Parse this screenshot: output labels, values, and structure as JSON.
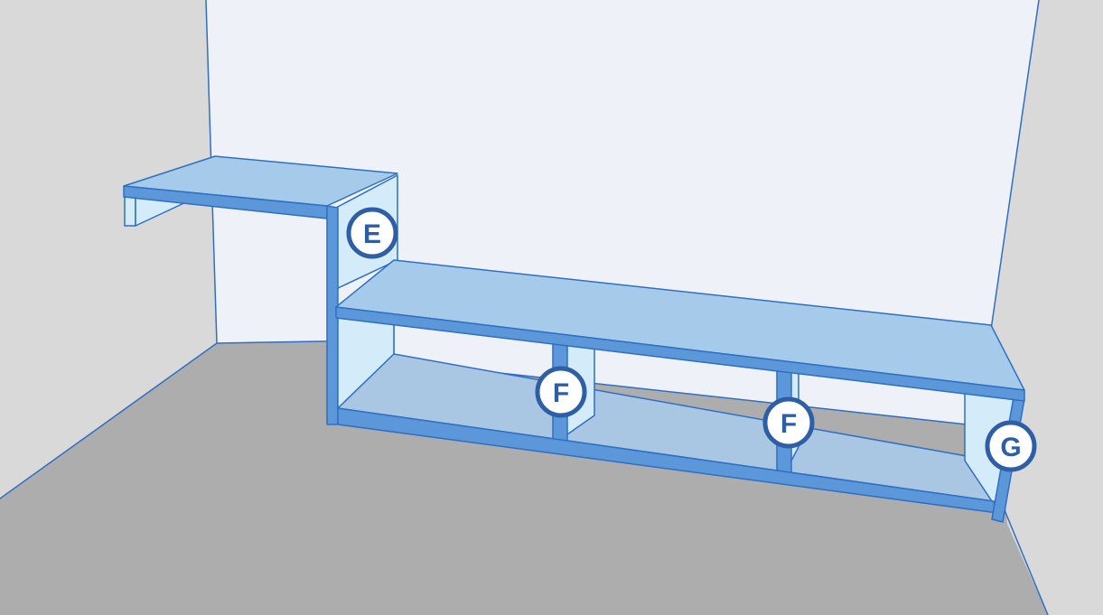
{
  "colors": {
    "wall_back": "#eef2f8",
    "wall_side": "#d9d9d9",
    "floor": "#adadad",
    "panel_top": "#a6cbea",
    "panel_light": "#d4ebf9",
    "panel_edge": "#5b97d9",
    "stroke": "#2f6fc3",
    "shelf_inner": "#a9c6e3",
    "label_ring": "#2d5ea6",
    "label_fill": "#ffffff"
  },
  "labels": [
    {
      "text": "E"
    },
    {
      "text": "F"
    },
    {
      "text": "F"
    },
    {
      "text": "G"
    }
  ]
}
